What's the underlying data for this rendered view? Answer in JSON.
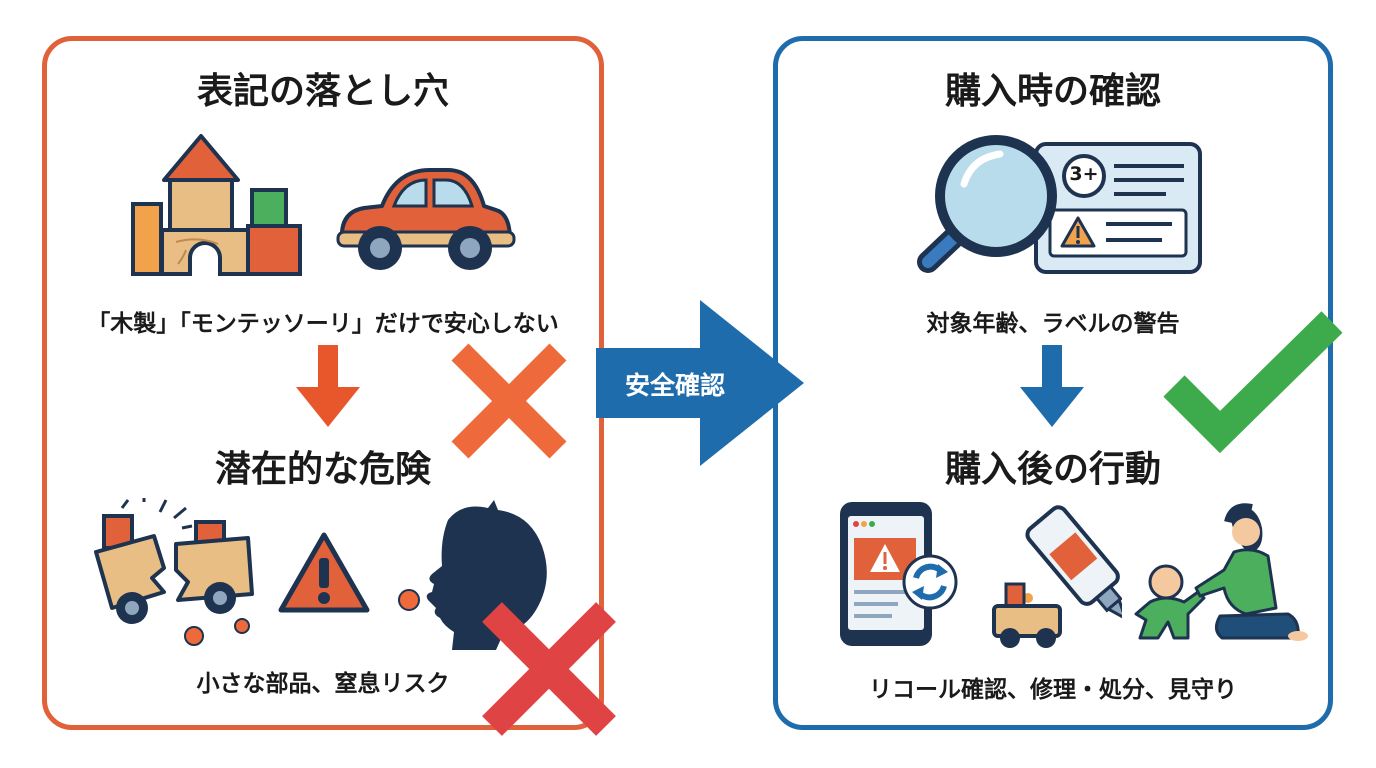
{
  "colors": {
    "left_border": "#E0613A",
    "right_border": "#1F6CAD",
    "arrow_blue": "#1F6CAD",
    "cross_orange": "#EE6A3B",
    "cross_red": "#E04343",
    "check_green": "#3DAA4C",
    "down_arrow_orange": "#E8572C",
    "down_arrow_blue": "#1F6CAD"
  },
  "left_panel": {
    "title": "表記の落とし穴",
    "caption1": "「木製」「モンテッソーリ」だけで安心しない",
    "subtitle": "潜在的な危険",
    "caption2": "小さな部品、窒息リスク"
  },
  "center_arrow": {
    "label": "安全確認"
  },
  "right_panel": {
    "title": "購入時の確認",
    "age_badge": "3+",
    "caption1": "対象年齢、ラベルの警告",
    "subtitle": "購入後の行動",
    "caption2": "リコール確認、修理・処分、見守り"
  },
  "icons": [
    "wooden-blocks-icon",
    "toy-car-icon",
    "cross-icon",
    "down-arrow-icon",
    "broken-toy-icon",
    "warning-icon",
    "choking-child-icon",
    "magnifier-label-icon",
    "check-icon",
    "phone-recall-icon",
    "glue-repair-icon",
    "parent-supervision-icon"
  ]
}
